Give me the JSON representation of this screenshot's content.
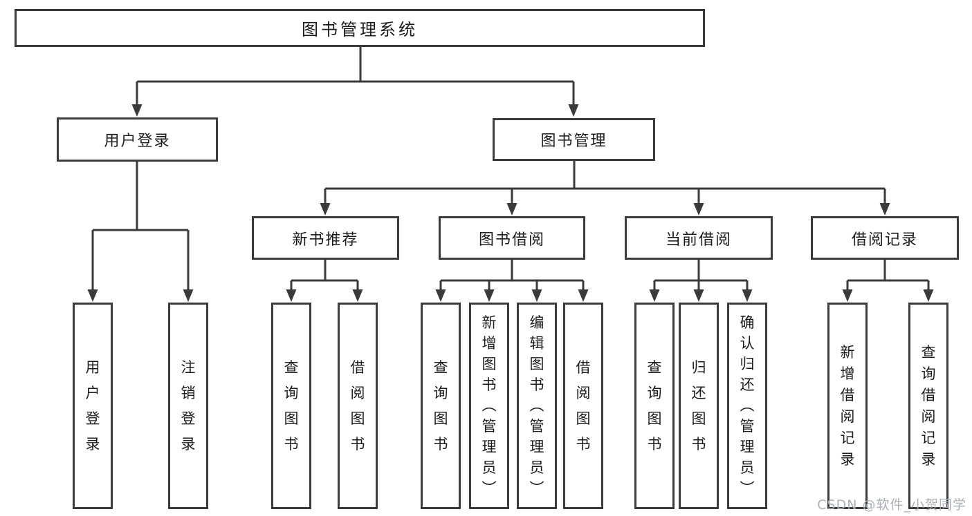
{
  "tree": {
    "label": "图书管理系统",
    "children": [
      {
        "label": "用户登录",
        "children": [
          {
            "label": "用户登录"
          },
          {
            "label": "注销登录"
          }
        ]
      },
      {
        "label": "图书管理",
        "children": [
          {
            "label": "新书推荐",
            "children": [
              {
                "label": "查询图书"
              },
              {
                "label": "借阅图书"
              }
            ]
          },
          {
            "label": "图书借阅",
            "children": [
              {
                "label": "查询图书"
              },
              {
                "label": "新增图书（管理员）"
              },
              {
                "label": "编辑图书（管理员）"
              },
              {
                "label": "借阅图书"
              }
            ]
          },
          {
            "label": "当前借阅",
            "children": [
              {
                "label": "查询图书"
              },
              {
                "label": "归还图书"
              },
              {
                "label": "确认归还（管理员）"
              }
            ]
          },
          {
            "label": "借阅记录",
            "children": [
              {
                "label": "新增借阅记录"
              },
              {
                "label": "查询借阅记录"
              }
            ]
          }
        ]
      }
    ]
  },
  "page": {
    "watermark": "CSDN @软件_小贺同学"
  },
  "colors": {
    "line": "#3a3a3a",
    "text": "#1c1c1c",
    "watermark": "#aab0b8",
    "background": "#ffffff"
  }
}
